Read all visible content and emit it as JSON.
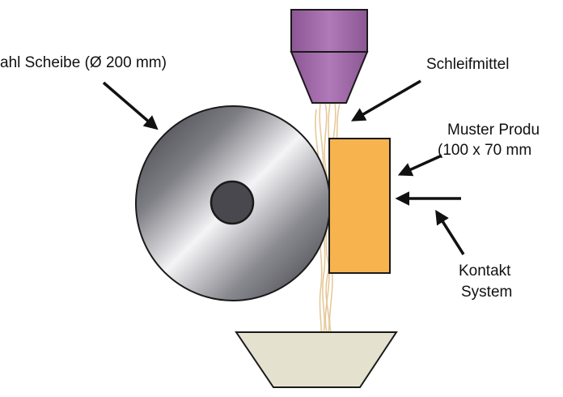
{
  "labels": {
    "wheel": "ahl Scheibe (Ø 200 mm)",
    "abrasive": "Schleifmittel",
    "sample_line1": "Muster Produ",
    "sample_line2": "(100 x 70 mm",
    "contact_line1": "Kontakt",
    "contact_line2": "System"
  },
  "colors": {
    "hopper": "#a06aa8",
    "sample": "#f7b34e",
    "collector": "#e5e1cf",
    "hub": "#48484e",
    "abrasive_stream": "#e6c99a",
    "outline": "#1a1a1a"
  }
}
